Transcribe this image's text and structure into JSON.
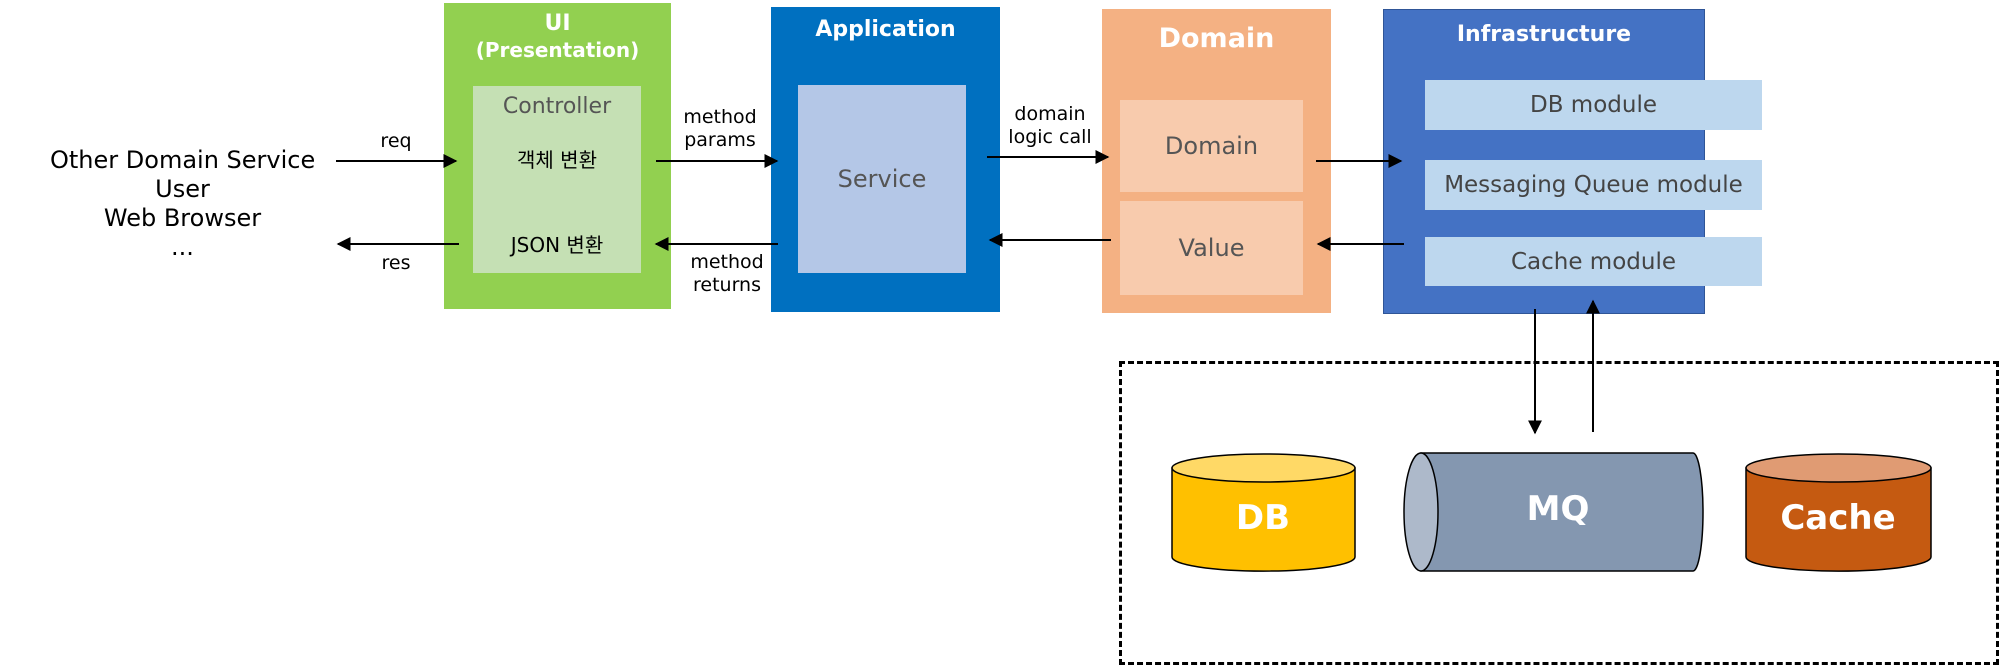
{
  "clients": {
    "lines": [
      "Other Domain Service",
      "User",
      "Web Browser",
      "..."
    ]
  },
  "arrows": {
    "req": "req",
    "res": "res",
    "method_params": [
      "method",
      "params"
    ],
    "method_returns": [
      "method",
      "returns"
    ],
    "domain_logic_call": [
      "domain",
      "logic call"
    ]
  },
  "ui_layer": {
    "title": "UI",
    "subtitle": "(Presentation)",
    "controller": {
      "title": "Controller",
      "object_conversion": "객체 변환",
      "json_conversion": "JSON 변환"
    }
  },
  "application_layer": {
    "title": "Application",
    "service": "Service"
  },
  "domain_layer": {
    "title": "Domain",
    "domain": "Domain",
    "value": "Value"
  },
  "infrastructure_layer": {
    "title": "Infrastructure",
    "modules": [
      "DB module",
      "Messaging Queue module",
      "Cache module"
    ]
  },
  "storage": {
    "db": "DB",
    "mq": "MQ",
    "cache": "Cache"
  },
  "colors": {
    "ui": "#92D050",
    "controller": "#C5E0B4",
    "application": "#0070C0",
    "service": "#B4C7E7",
    "domain": "#F4B183",
    "domain_inner": "#F8CBAD",
    "infrastructure": "#4472C4",
    "module": "#BDD7EE",
    "db": "#FFC000",
    "mq": "#8497B0",
    "cache": "#C55A11"
  }
}
